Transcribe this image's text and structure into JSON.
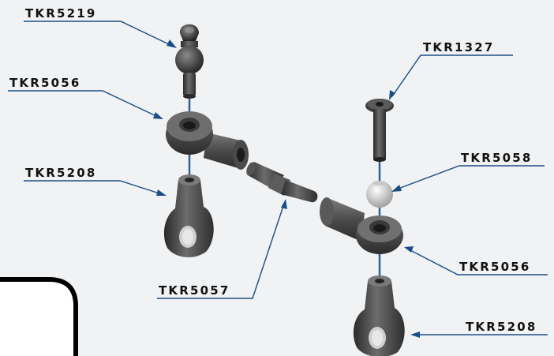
{
  "labels": {
    "tkr5219": "TKR5219",
    "tkr5056_left": "TKR5056",
    "tkr5208_left": "TKR5208",
    "tkr5057": "TKR5057",
    "tkr1327": "TKR1327",
    "tkr5058": "TKR5058",
    "tkr5056_right": "TKR5056",
    "tkr5208_right": "TKR5208"
  },
  "colors": {
    "background": "#f1f2f3",
    "leader": "#1a4e86",
    "axis": "#2f5f9e",
    "part_dark": "#3a3a3a",
    "part_mid": "#5a5a5a",
    "part_light": "#8a8a8a"
  }
}
